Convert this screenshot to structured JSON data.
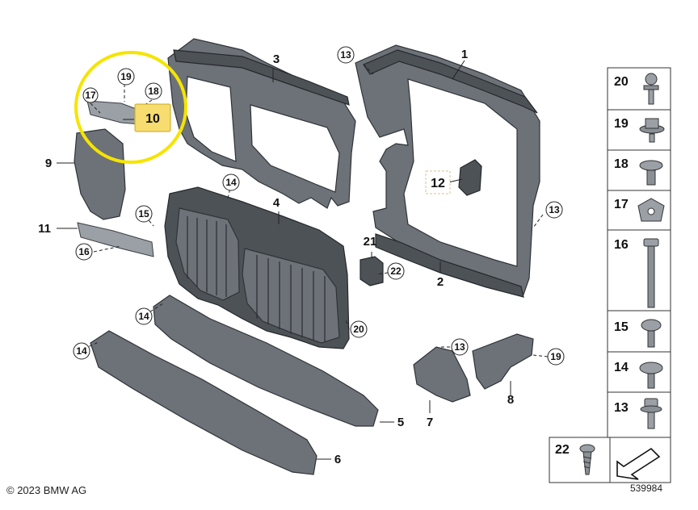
{
  "parts": [
    {
      "id": "p1",
      "num": "1",
      "style": "plain"
    },
    {
      "id": "p2",
      "num": "2",
      "style": "plain"
    },
    {
      "id": "p3",
      "num": "3",
      "style": "plain"
    },
    {
      "id": "p4",
      "num": "4",
      "style": "plain"
    },
    {
      "id": "p5",
      "num": "5",
      "style": "plain"
    },
    {
      "id": "p6",
      "num": "6",
      "style": "plain"
    },
    {
      "id": "p7",
      "num": "7",
      "style": "plain"
    },
    {
      "id": "p8",
      "num": "8",
      "style": "plain"
    },
    {
      "id": "p9",
      "num": "9",
      "style": "plain"
    },
    {
      "id": "p10",
      "num": "10",
      "style": "highlight"
    },
    {
      "id": "p11",
      "num": "11",
      "style": "plain"
    },
    {
      "id": "p12",
      "num": "12",
      "style": "boxed"
    },
    {
      "id": "p13a",
      "num": "13",
      "style": "circle"
    },
    {
      "id": "p13b",
      "num": "13",
      "style": "circle"
    },
    {
      "id": "p13c",
      "num": "13",
      "style": "circle"
    },
    {
      "id": "p14a",
      "num": "14",
      "style": "circle"
    },
    {
      "id": "p14b",
      "num": "14",
      "style": "circle"
    },
    {
      "id": "p14c",
      "num": "14",
      "style": "circle"
    },
    {
      "id": "p15",
      "num": "15",
      "style": "circle"
    },
    {
      "id": "p16",
      "num": "16",
      "style": "circle"
    },
    {
      "id": "p17",
      "num": "17",
      "style": "circle"
    },
    {
      "id": "p18",
      "num": "18",
      "style": "circle"
    },
    {
      "id": "p19a",
      "num": "19",
      "style": "circle"
    },
    {
      "id": "p19b",
      "num": "19",
      "style": "circle"
    },
    {
      "id": "p20",
      "num": "20",
      "style": "circle"
    },
    {
      "id": "p21",
      "num": "21",
      "style": "plain"
    },
    {
      "id": "p22",
      "num": "22",
      "style": "circle"
    }
  ],
  "legend": {
    "items": [
      {
        "num": "20",
        "icon": "ball-stud-icon"
      },
      {
        "num": "19",
        "icon": "flange-nut-icon"
      },
      {
        "num": "18",
        "icon": "washer-screw-icon"
      },
      {
        "num": "17",
        "icon": "clip-nut-icon"
      },
      {
        "num": "16",
        "icon": "long-bolt-icon"
      },
      {
        "num": "15",
        "icon": "hex-screw-icon"
      },
      {
        "num": "14",
        "icon": "flange-screw-icon"
      },
      {
        "num": "13",
        "icon": "short-bolt-icon"
      }
    ],
    "bottom_num": "22",
    "bottom_icon": "tapping-screw-icon",
    "arrow_icon": "mounting-arrow-icon"
  },
  "highlight_color": "#f5e400",
  "highlight_fill": "#f7dc6f",
  "footer": {
    "copyright": "© 2023 BMW AG",
    "diagram_id": "539984"
  }
}
